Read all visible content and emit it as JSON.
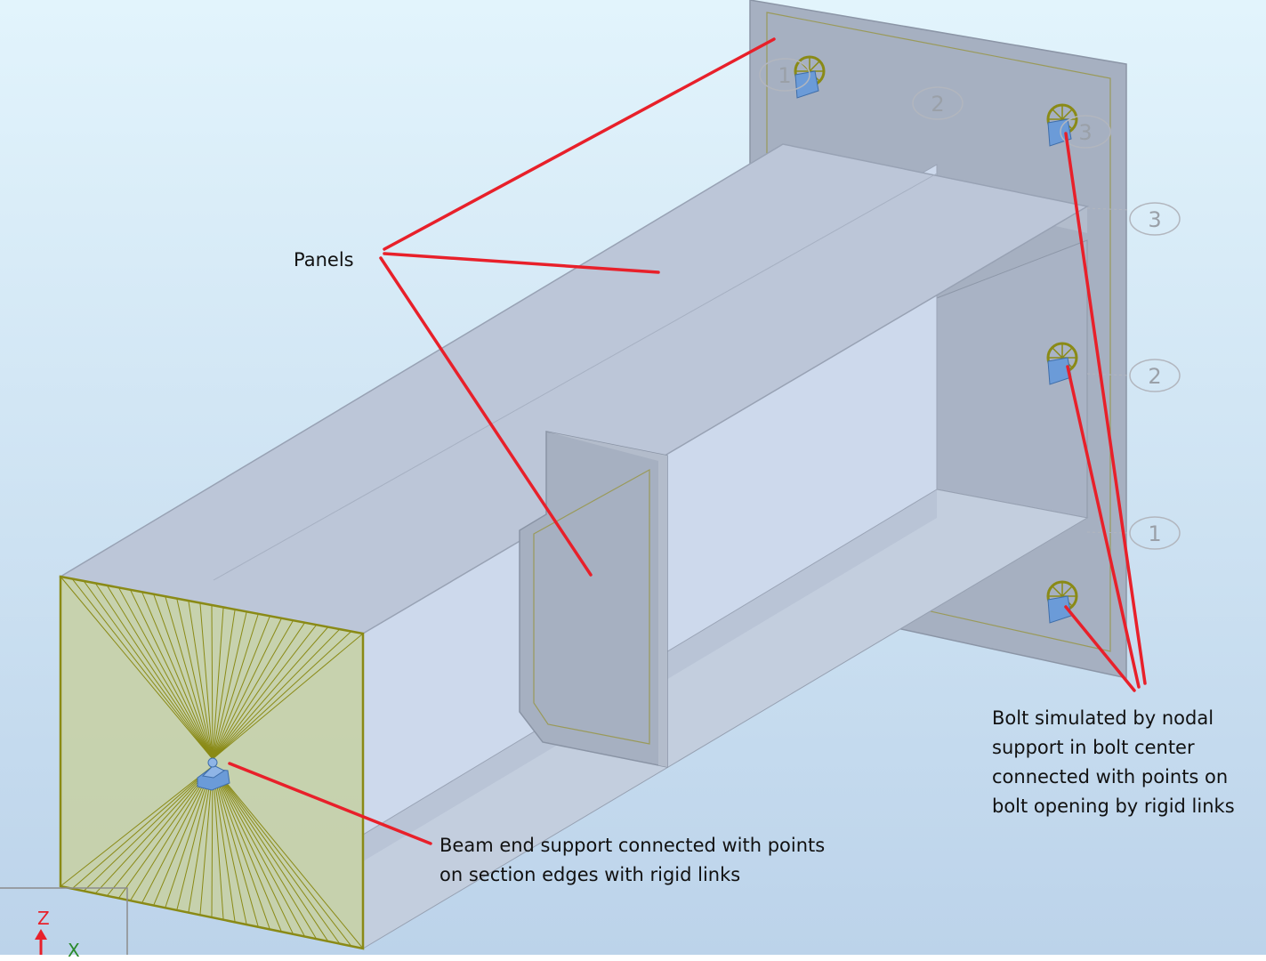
{
  "annotations": {
    "panels": "Panels",
    "beam_end_line1": "Beam end support connected with points",
    "beam_end_line2": "on section edges with rigid links",
    "bolt_line1": "Bolt simulated by nodal",
    "bolt_line2": "support in bolt center",
    "bolt_line3": "connected with points on",
    "bolt_line4": "bolt opening by rigid links"
  },
  "gridlines": {
    "vertical": [
      "1",
      "2",
      "3"
    ],
    "horizontal": [
      "3",
      "2",
      "1"
    ]
  },
  "axes": {
    "z": "Z",
    "x": "X"
  },
  "colors": {
    "background_top": "#e2f4fc",
    "background_bottom": "#bcd3ea",
    "panel": "#a7b1c3",
    "leader": "#e8202a",
    "end_face": "#c9d3a5",
    "rigid_link": "#8a8a16",
    "support": "#6b9bd8"
  },
  "icons": [
    "nodal-support-icon",
    "bolt-support-icon",
    "axis-triad-icon"
  ]
}
